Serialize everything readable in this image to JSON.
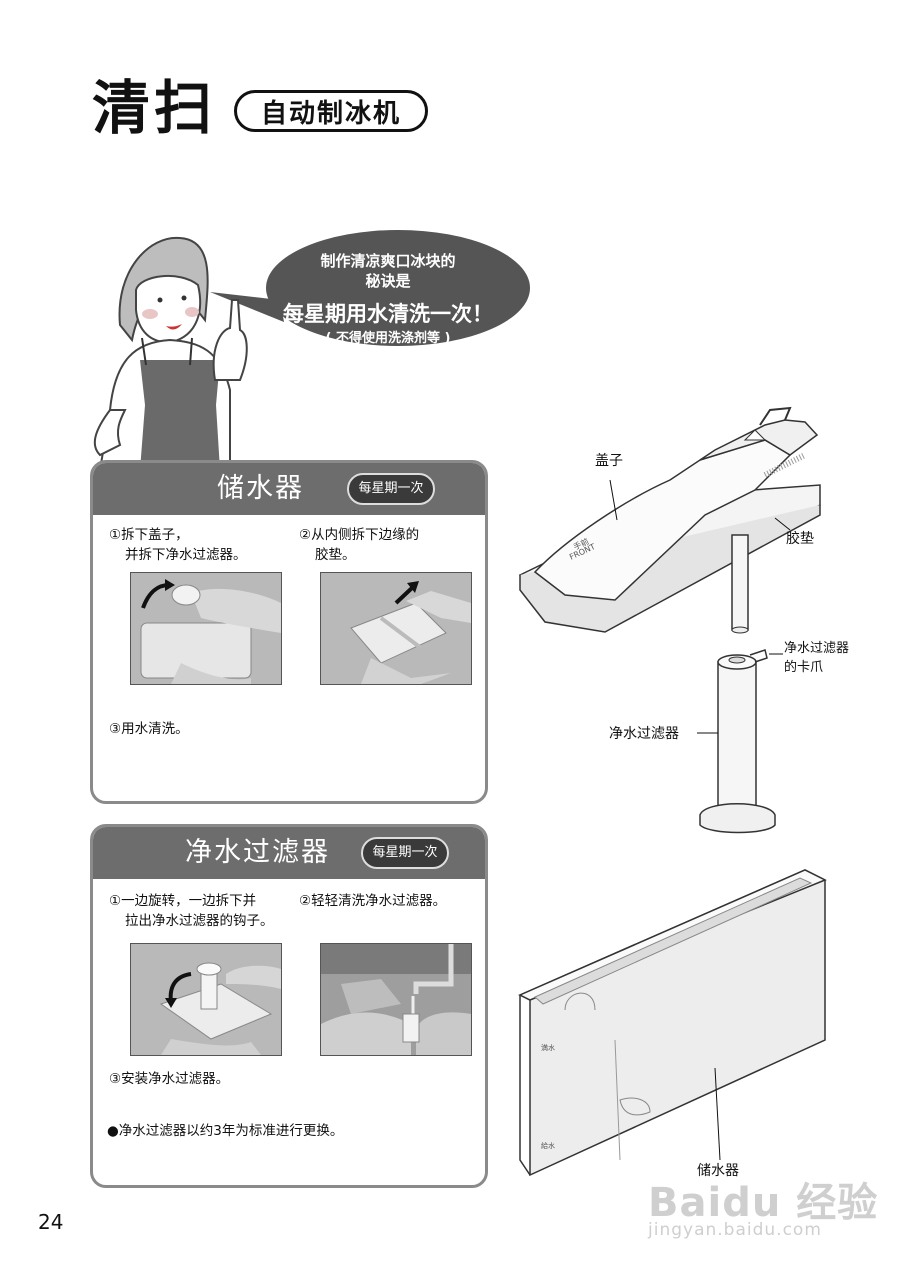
{
  "header": {
    "title": "清扫",
    "subtitle": "自动制冰机"
  },
  "bubble": {
    "line1": "制作清凉爽口冰块的",
    "line2": "秘诀是",
    "line3": "每星期用水清洗一次！",
    "line4": "( 不得使用洗涤剂等 )"
  },
  "panel1": {
    "title": "储水器",
    "frequency": "每星期一次",
    "step1_line1": "①拆下盖子，",
    "step1_line2": "并拆下净水过滤器。",
    "step2_line1": "②从内侧拆下边缘的",
    "step2_line2": "胶垫。",
    "step3": "③用水清洗。"
  },
  "panel2": {
    "title": "净水过滤器",
    "frequency": "每星期一次",
    "step1_line1": "①一边旋转，一边拆下并",
    "step1_line2": "拉出净水过滤器的钩子。",
    "step2": "②轻轻清洗净水过滤器。",
    "step3": "③安装净水过滤器。",
    "note": "●净水过滤器以约3年为标准进行更换。"
  },
  "diagram": {
    "cover": "盖子",
    "gasket": "胶垫",
    "claw_line1": "净水过滤器",
    "claw_line2": "的卡爪",
    "filter": "净水过滤器",
    "tank": "储水器",
    "front_label1": "手前",
    "front_label2": "FRONT",
    "tank_mark_top": "満水",
    "tank_mark_bottom": "給水"
  },
  "page_number": "24",
  "watermark": {
    "brand": "Baidu 经验",
    "url": "jingyan.baidu.com"
  }
}
